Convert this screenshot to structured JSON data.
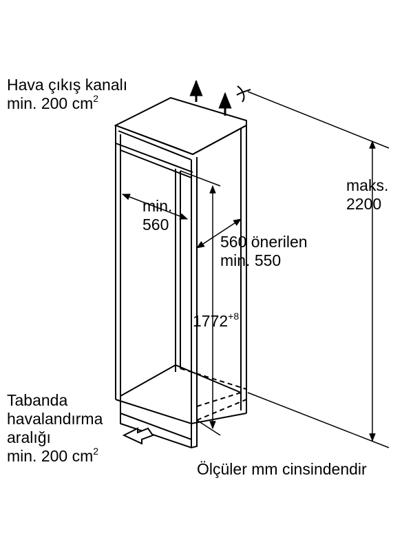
{
  "labels": {
    "air_outlet_line1": "Hava çıkış kanalı",
    "air_outlet_line2": "min. 200 cm",
    "air_outlet_sup": "2",
    "width_line1": "min.",
    "width_line2": "560",
    "depth_line1": "560 önerilen",
    "depth_line2": "min. 550",
    "height_value": "1772",
    "height_sup": "+8",
    "max_line1": "maks.",
    "max_line2": "2200",
    "base_vent_line1": "Tabanda",
    "base_vent_line2": "havalandırma",
    "base_vent_line3": "aralığı",
    "base_vent_line4": "min. 200 cm",
    "base_vent_sup": "2",
    "units_note": "Ölçüler mm cinsindendir"
  }
}
